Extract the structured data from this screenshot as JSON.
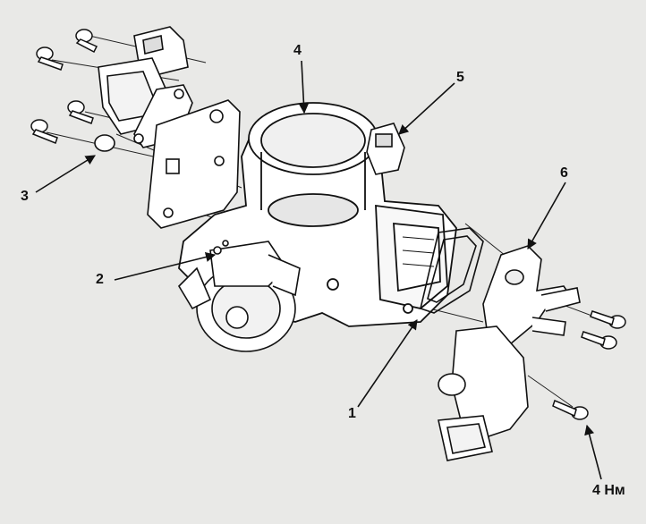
{
  "diagram": {
    "callouts": [
      {
        "id": "1",
        "text": "1"
      },
      {
        "id": "2",
        "text": "2"
      },
      {
        "id": "3",
        "text": "3"
      },
      {
        "id": "4",
        "text": "4"
      },
      {
        "id": "5",
        "text": "5"
      },
      {
        "id": "6",
        "text": "6"
      },
      {
        "id": "torque",
        "text": "4 Нм"
      }
    ]
  }
}
